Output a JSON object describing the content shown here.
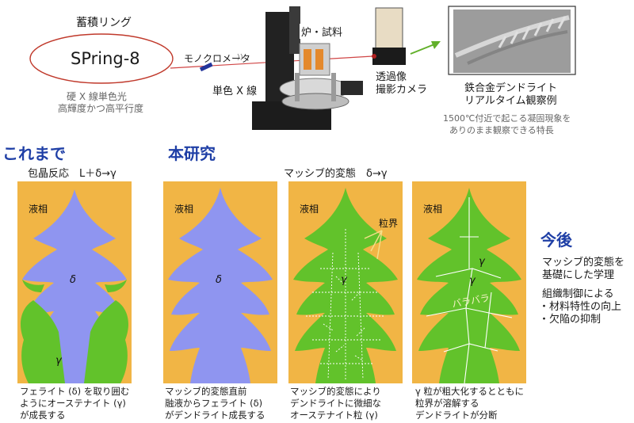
{
  "top": {
    "storage_ring": "蓄積リング",
    "spring8": "SPring-8",
    "monochromator": "モノクロメータ",
    "mono_xray": "単色 X 線",
    "hard_xray_line1": "硬 X 線単色光",
    "hard_xray_line2": "高輝度かつ高平行度",
    "furnace": "炉・試料",
    "camera_line1": "透過像",
    "camera_line2": "撮影カメラ",
    "observation_line1": "鉄合金デンドライト",
    "observation_line2": "リアルタイム観察例",
    "feature_line1": "1500℃付近で起こる凝固現象を",
    "feature_line2": "ありのまま観察できる特長"
  },
  "sections": {
    "until_now": "これまで",
    "this_study": "本研究",
    "future": "今後"
  },
  "reactions": {
    "peritectic": "包晶反応　L＋δ→γ",
    "massive": "マッシブ的変態　δ→γ"
  },
  "panels": [
    {
      "liquid": "液相",
      "delta": "δ",
      "gamma": "γ"
    },
    {
      "liquid": "液相",
      "delta": "δ"
    },
    {
      "liquid": "液相",
      "grain_boundary": "粒界",
      "gamma": "γ"
    },
    {
      "liquid": "液相",
      "gamma1": "γ",
      "gamma2": "γ",
      "separation": "バラバラ"
    }
  ],
  "captions": [
    {
      "l1": "フェライト (δ) を取り囲む",
      "l2": "ようにオーステナイト (γ)",
      "l3": "が成長する"
    },
    {
      "l1": "マッシブ的変態直前",
      "l2": "融液からフェライト (δ)",
      "l3": "がデンドライト成長する"
    },
    {
      "l1": "マッシブ的変態により",
      "l2": "デンドライトに微細な",
      "l3": "オーステナイト粒 (γ)"
    },
    {
      "l1": "γ 粒が粗大化するとともに",
      "l2": "粒界が溶解する",
      "l3": "デンドライトが分断"
    }
  ],
  "future_text": {
    "l1": "マッシブ的変態を",
    "l2": "基礎にした学理",
    "l3": "組織制御による",
    "l4": "・材料特性の向上",
    "l5": "・欠陥の抑制"
  },
  "colors": {
    "liquid": "#f1b545",
    "ferrite": "#8f95f0",
    "austenite": "#62c22b",
    "title_blue": "#1f3fa6",
    "ring_red": "#c0392b"
  }
}
